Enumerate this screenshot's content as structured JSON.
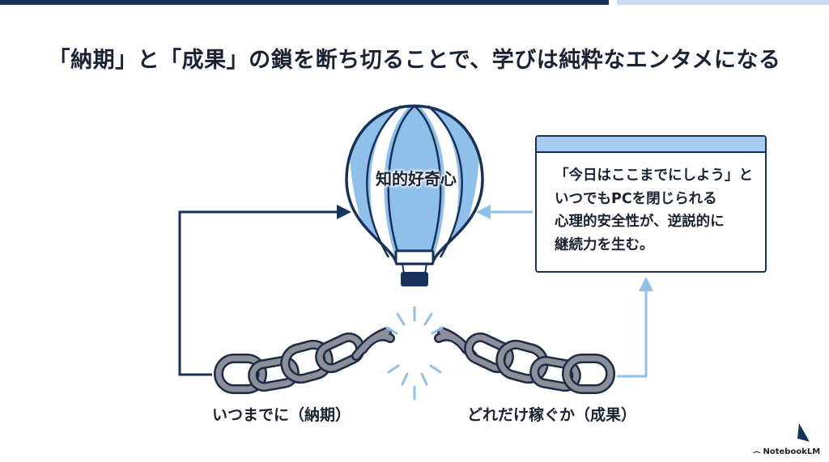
{
  "title": "「納期」と「成果」の鎖を断ち切ることで、学びは純粋なエンタメになる",
  "balloon": {
    "label": "知的好奇心"
  },
  "note": {
    "text": "「今日はここまでにしよう」と\nいつでもPCを閉じられる\n心理的安全性が、逆説的に\n継続力を生む。"
  },
  "chain": {
    "left_label": "いつまでに（納期）",
    "right_label": "どれだけ稼ぐか（成果）"
  },
  "brand": {
    "name": "NotebookLM"
  },
  "colors": {
    "navy": "#16325c",
    "light_blue": "#8fc0ea",
    "pale_blue": "#c9ddef",
    "chain_gray": "#8a8f99"
  },
  "icons": [
    "hot-air-balloon-icon",
    "broken-chain-icon",
    "arrow-right-icon",
    "arrow-left-icon",
    "arrow-up-icon",
    "sail-icon"
  ]
}
